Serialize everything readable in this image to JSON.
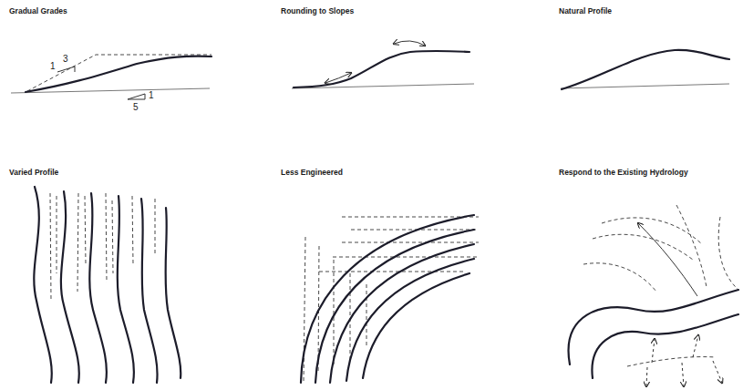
{
  "diagram": {
    "labels": [
      "Gradual Grades",
      "Rounding to Slopes",
      "Natural Profile",
      "Varied Profile",
      "Less Engineered",
      "Respond to the Existing Hydrology",
      "3",
      "1",
      "5",
      "1"
    ]
  }
}
